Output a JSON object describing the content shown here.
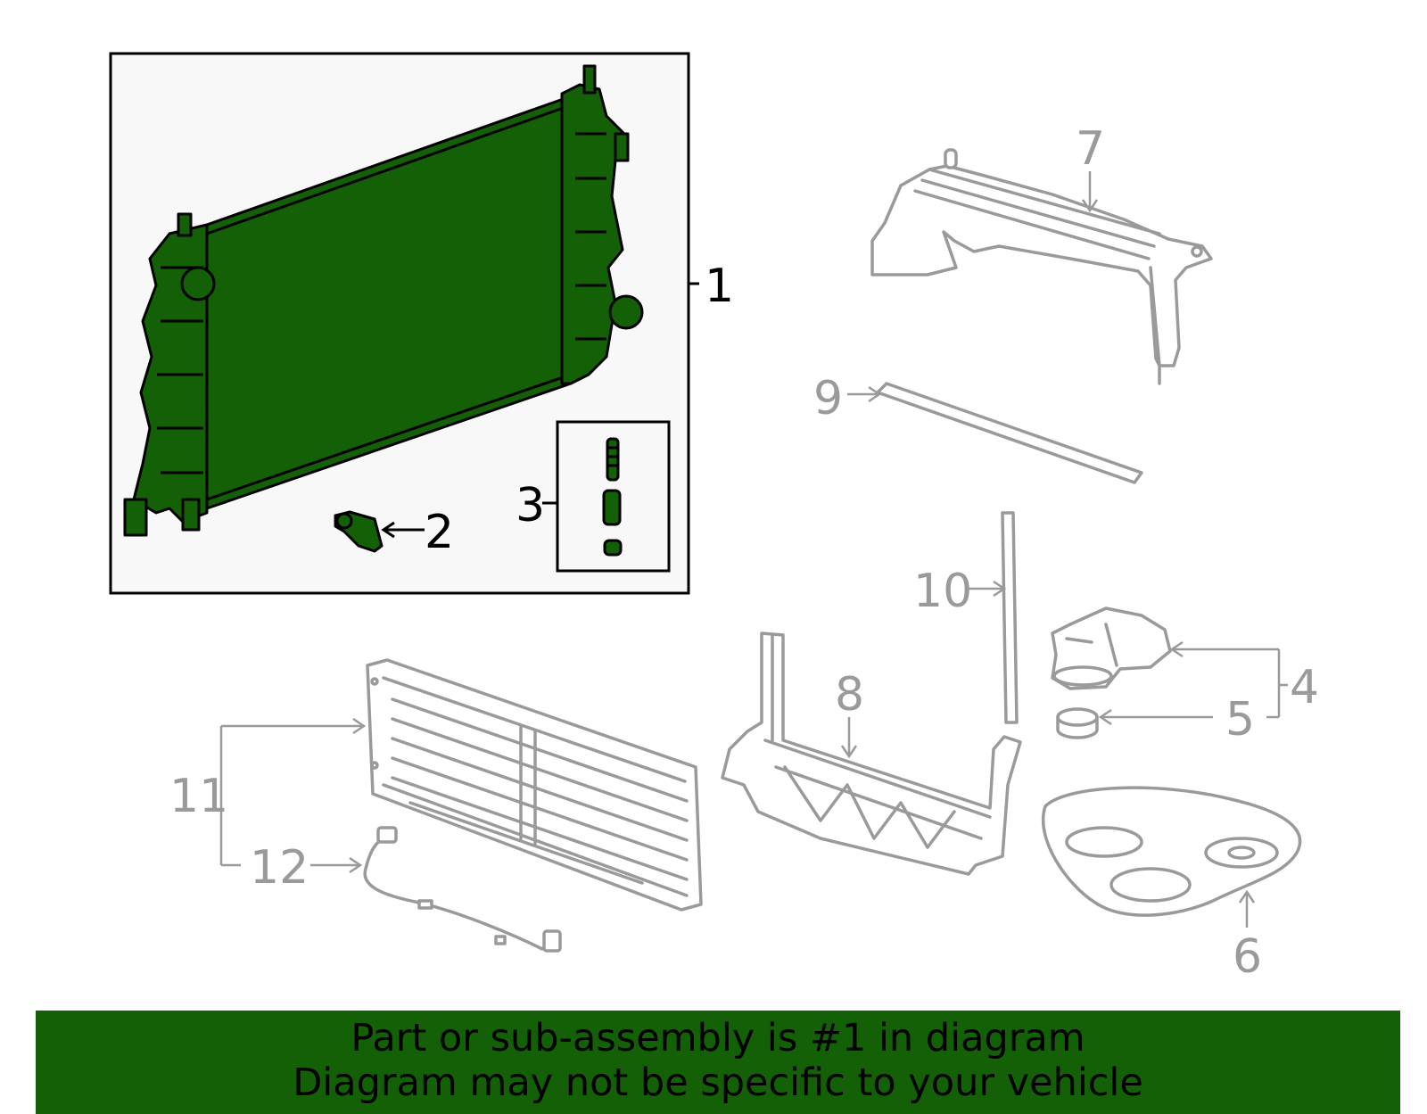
{
  "callouts": {
    "c1": "1",
    "c2": "2",
    "c3": "3",
    "c4": "4",
    "c5": "5",
    "c6": "6",
    "c7": "7",
    "c8": "8",
    "c9": "9",
    "c10": "10",
    "c11": "11",
    "c12": "12"
  },
  "banner": {
    "line1": "Part or sub-assembly is #1 in diagram",
    "line2": "Diagram may not be specific to your vehicle"
  },
  "colors": {
    "highlight": "#146007",
    "part_gray": "#9a9a9a",
    "inset_bg": "#f8f8f8"
  }
}
